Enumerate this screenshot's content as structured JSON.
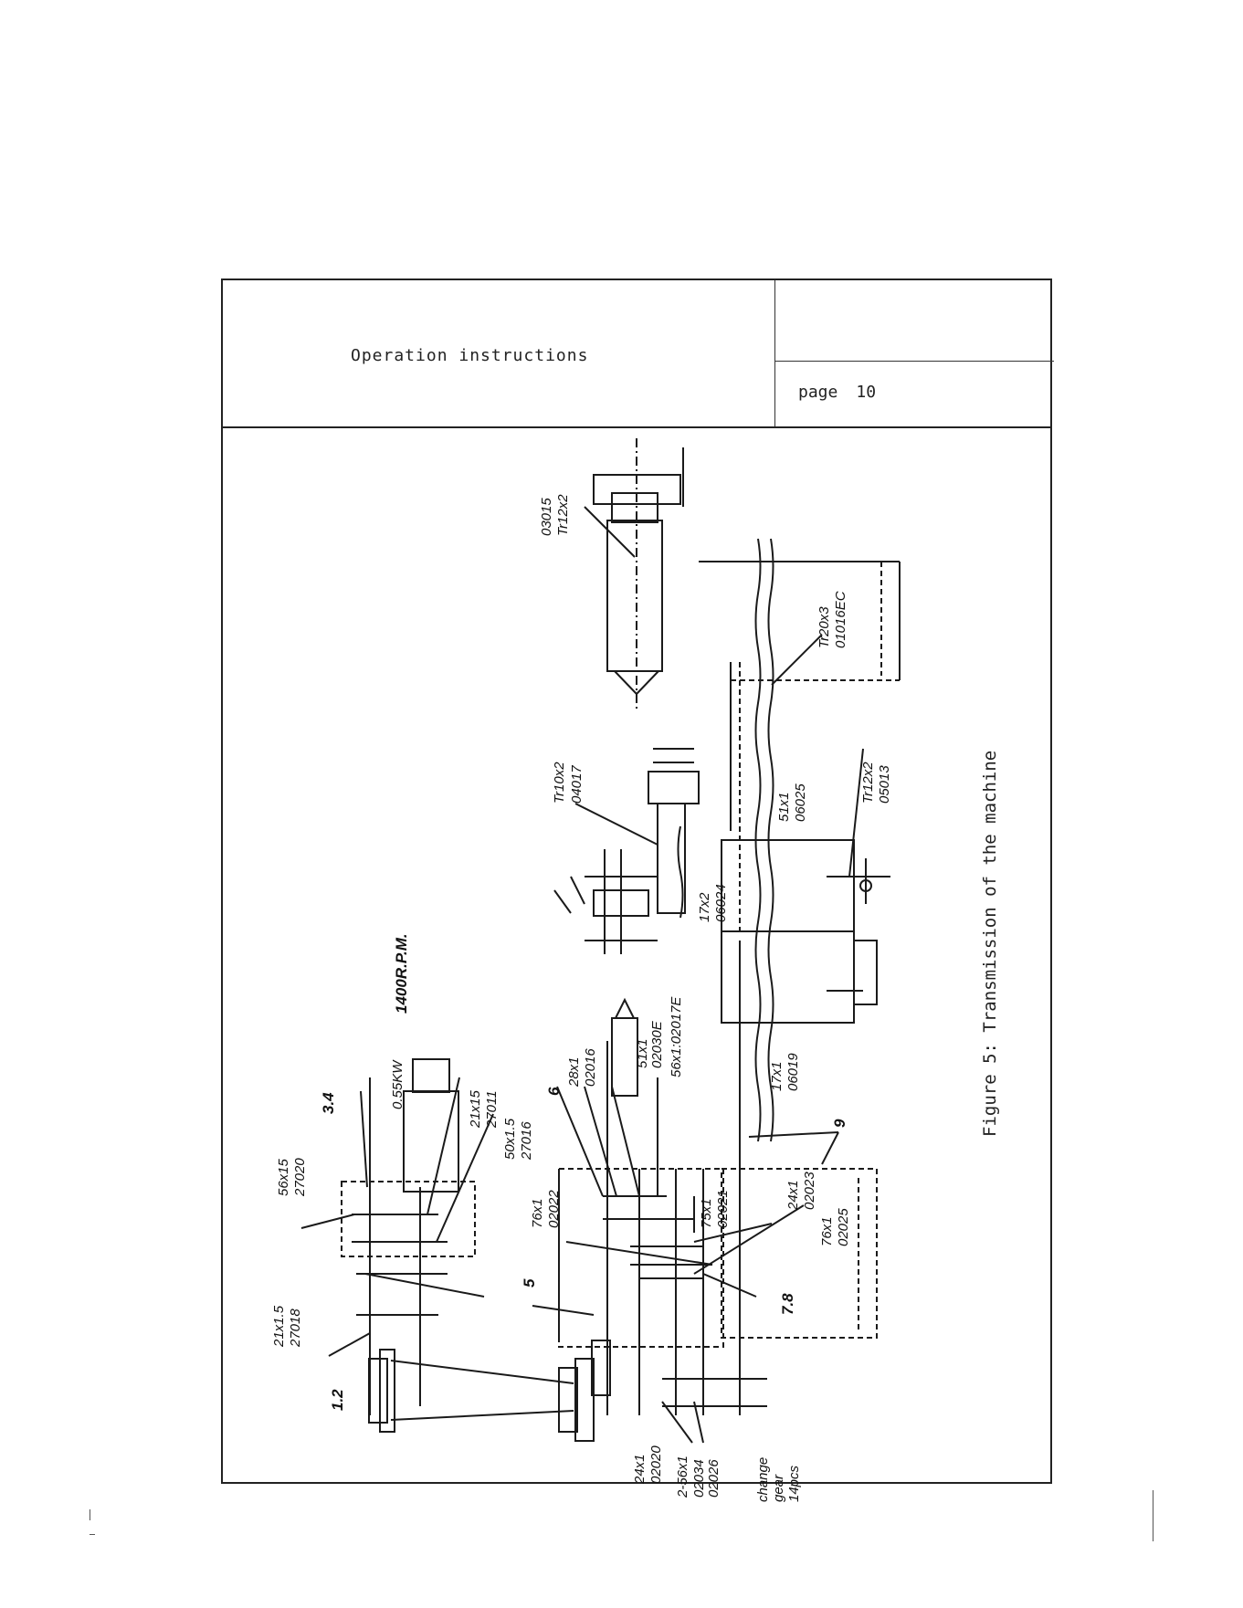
{
  "header": {
    "title": "Operation instructions",
    "page_label": "page",
    "page_number": "10"
  },
  "figure": {
    "caption": "Figure 5: Transmission of the machine",
    "motor_power": "0.55KW",
    "motor_speed": "1400R.P.M.",
    "labels": {
      "l_56x15": "56x15",
      "l_27020": "27020",
      "l_34": "3.4",
      "l_21x15a": "21x15",
      "l_27011": "27011",
      "l_50x15": "50x1.5",
      "l_27016": "27016",
      "l_21x15b": "21x1.5",
      "l_27018": "27018",
      "l_12": "1.2",
      "l_5": "5",
      "l_6": "6",
      "l_28x1": "28x1",
      "l_02016": "02016",
      "l_51x1a": "51x1",
      "l_02030e": "02030E",
      "l_56x1": "56x1:02017E",
      "l_76x1a": "76x1",
      "l_02022": "02022",
      "l_75x1": "75x1",
      "l_02021": "02021",
      "l_24x1a": "24x1",
      "l_02023": "02023",
      "l_76x1b": "76x1",
      "l_02025": "02025",
      "l_78": "7.8",
      "l_9": "9",
      "l_24x1b": "24x1",
      "l_02020": "02020",
      "l_256x1": "2-56x1",
      "l_02034": "02034",
      "l_02026": "02026",
      "l_change1": "change",
      "l_change2": "gear",
      "l_change3": "14pcs",
      "l_17x1": "17x1",
      "l_06019": "06019",
      "l_17x2": "17x2",
      "l_06024": "06024",
      "l_51x1b": "51x1",
      "l_06025": "06025",
      "l_tr12x2a": "Tr12x2",
      "l_05013": "05013",
      "l_tr10x2": "Tr10x2",
      "l_04017": "04017",
      "l_tr20x3": "Tr20x3",
      "l_01016ec": "01016EC",
      "l_03015": "03015",
      "l_tr12x2b": "Tr12x2"
    }
  }
}
